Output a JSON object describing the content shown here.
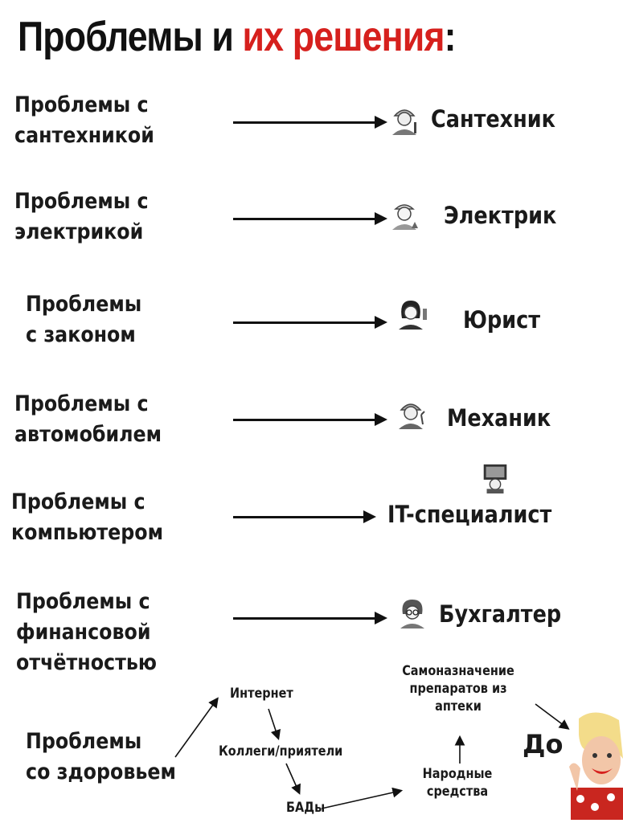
{
  "title": {
    "part1": "Проблемы и ",
    "part2": "их решения",
    "part3": ":"
  },
  "rows": [
    {
      "problem": [
        "Проблемы с",
        "сантехникой"
      ],
      "solution": "Сантехник",
      "icon": "plumber-icon"
    },
    {
      "problem": [
        "Проблемы с",
        "электрикой"
      ],
      "solution": "Электрик",
      "icon": "electrician-icon"
    },
    {
      "problem": [
        "Проблемы",
        "с законом"
      ],
      "solution": "Юрист",
      "icon": "lawyer-icon"
    },
    {
      "problem": [
        "Проблемы с",
        "автомобилем"
      ],
      "solution": "Механик",
      "icon": "mechanic-icon"
    },
    {
      "problem": [
        "Проблемы с",
        "компьютером"
      ],
      "solution": "IT-специалист",
      "icon": "it-specialist-icon"
    },
    {
      "problem": [
        "Проблемы с",
        "финансовой",
        "отчётностью"
      ],
      "solution": "Бухгалтер",
      "icon": "accountant-icon"
    }
  ],
  "health": {
    "problem": [
      "Проблемы",
      "со здоровьем"
    ],
    "internet": "Интернет",
    "colleagues": "Коллеги/приятели",
    "supplements": "БАДы",
    "self_med": [
      "Самоназначение",
      "препаратов из",
      "аптеки"
    ],
    "folk": [
      "Народные",
      "средства"
    ],
    "doctor_partial": "До"
  },
  "colors": {
    "accent": "#d6201d",
    "text": "#111111"
  }
}
